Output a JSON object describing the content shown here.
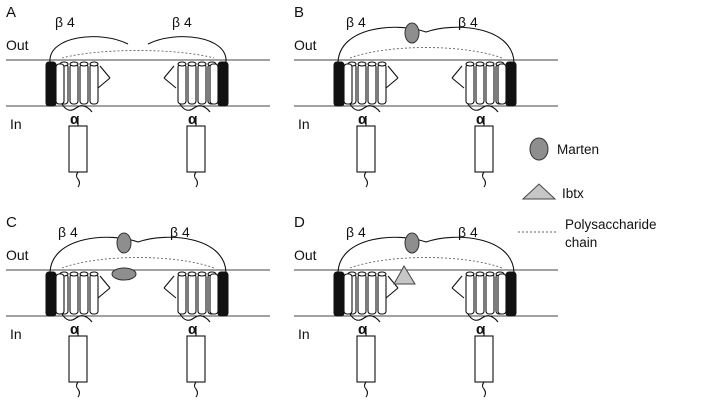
{
  "panels": [
    {
      "id": "A",
      "out_label": "Out",
      "in_label": "In",
      "beta_left": "β 4",
      "beta_right": "β 4",
      "alpha_left": "α",
      "alpha_right": "α",
      "marten": false,
      "marten_pore": false,
      "ibtx": false
    },
    {
      "id": "B",
      "out_label": "Out",
      "in_label": "In",
      "beta_left": "β 4",
      "beta_right": "β 4",
      "alpha_left": "α",
      "alpha_right": "α",
      "marten": true,
      "marten_pore": false,
      "ibtx": false
    },
    {
      "id": "C",
      "out_label": "Out",
      "in_label": "In",
      "beta_left": "β 4",
      "beta_right": "β 4",
      "alpha_left": "α",
      "alpha_right": "α",
      "marten": true,
      "marten_pore": true,
      "ibtx": false
    },
    {
      "id": "D",
      "out_label": "Out",
      "in_label": "In",
      "beta_left": "β 4",
      "beta_right": "β 4",
      "alpha_left": "α",
      "alpha_right": "α",
      "marten": true,
      "marten_pore": false,
      "ibtx": true
    }
  ],
  "legend": {
    "marten": "Marten",
    "ibtx": "Ibtx",
    "polysaccharide_line1": "Polysaccharide",
    "polysaccharide_line2": "chain"
  },
  "colors": {
    "marten_fill": "#8e8e8e",
    "ibtx_fill": "#c6c6c6",
    "line": "#111111",
    "membrane": "#444444",
    "polysaccharide": "#666666"
  }
}
